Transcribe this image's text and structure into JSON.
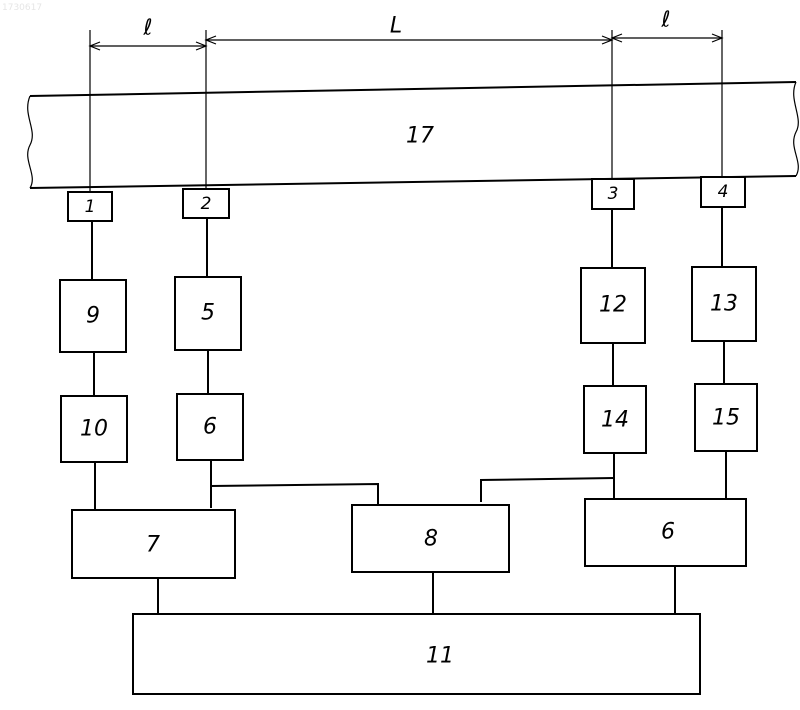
{
  "header_faint": "1730617",
  "dimensions": {
    "d1": "ℓ",
    "d2": "L",
    "d3": "ℓ"
  },
  "blocks": {
    "b17": "17",
    "b1": "1",
    "b2": "2",
    "b3": "3",
    "b4": "4",
    "b9": "9",
    "b5": "5",
    "b12": "12",
    "b13": "13",
    "b10": "10",
    "b6a": "6",
    "b14": "14",
    "b15": "15",
    "b7": "7",
    "b8": "8",
    "b6b": "6",
    "b11": "11"
  }
}
